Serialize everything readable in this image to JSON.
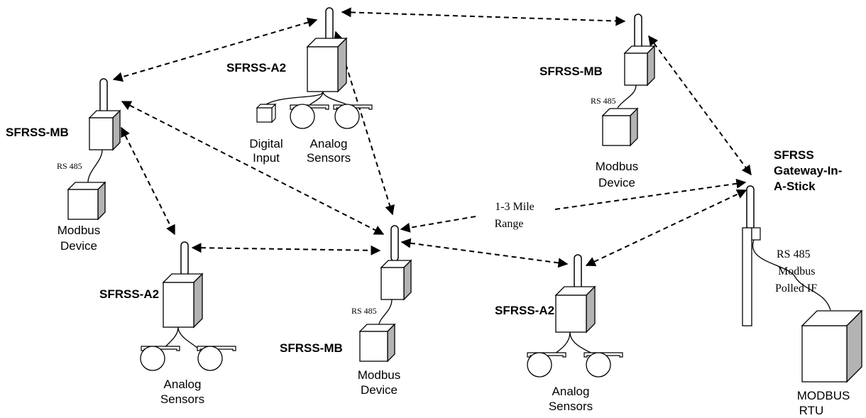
{
  "labels": {
    "node_top_center": "SFRSS-A2",
    "node_left_mb": "SFRSS-MB",
    "node_top_right_mb": "SFRSS-MB",
    "node_left_a2": "SFRSS-A2",
    "node_center_mb": "SFRSS-MB",
    "node_right_a2": "SFRSS-A2",
    "gateway_line1": "SFRSS",
    "gateway_line2": "Gateway-In-",
    "gateway_line3": "A-Stick",
    "digital_line1": "Digital",
    "digital_line2": "Input",
    "analog_line1": "Analog",
    "analog_line2": "Sensors",
    "modbus_line1": "Modbus",
    "modbus_line2": "Device",
    "rs485": "RS 485",
    "range_line1": "1-3 Mile",
    "range_line2": "Range",
    "gw_if_line1": "RS 485",
    "gw_if_line2": "Modbus",
    "gw_if_line3": "Polled IF",
    "rtu_line1": "MODBUS",
    "rtu_line2": "RTU"
  }
}
